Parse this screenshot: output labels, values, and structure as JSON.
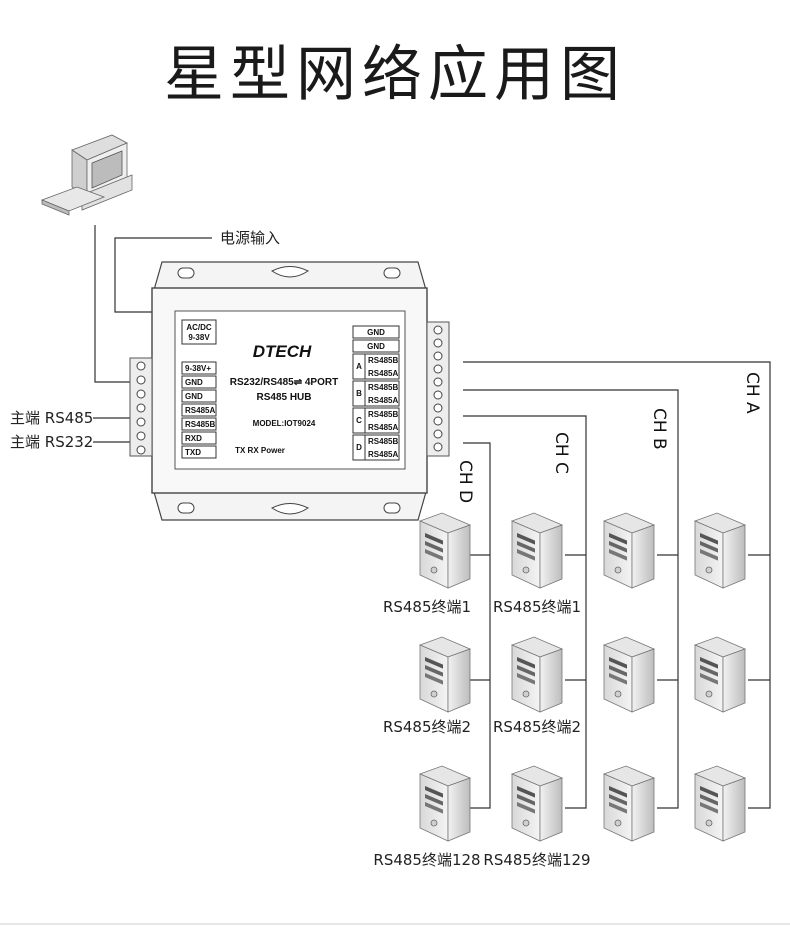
{
  "title": "星型网络应用图",
  "labels": {
    "power_input": "电源输入",
    "master_rs485": "主端 RS485",
    "master_rs232": "主端 RS232"
  },
  "device": {
    "brand": "DTECH",
    "name_line1": "RS232/RS485⇌ 4PORT",
    "name_line2": "RS485 HUB",
    "model": "MODEL:IOT9024",
    "leds": "TX   RX  Power",
    "power_spec_1": "AC/DC",
    "power_spec_2": "9-38V",
    "left_terminals": [
      "9-38V+",
      "GND",
      "GND",
      "RS485A",
      "RS485B",
      "RXD",
      "TXD"
    ],
    "right_top": [
      "GND",
      "GND"
    ],
    "ports": [
      {
        "letter": "A",
        "pins": [
          "RS485B",
          "RS485A"
        ]
      },
      {
        "letter": "B",
        "pins": [
          "RS485B",
          "RS485A"
        ]
      },
      {
        "letter": "C",
        "pins": [
          "RS485B",
          "RS485A"
        ]
      },
      {
        "letter": "D",
        "pins": [
          "RS485B",
          "RS485A"
        ]
      }
    ]
  },
  "channels": [
    "CH A",
    "CH B",
    "CH C",
    "CH D"
  ],
  "terminal_labels": {
    "d1": "RS485终端1",
    "c1": "RS485终端1",
    "d2": "RS485终端2",
    "c2": "RS485终端2",
    "d3": "RS485终端128",
    "c3": "RS485终端129"
  }
}
